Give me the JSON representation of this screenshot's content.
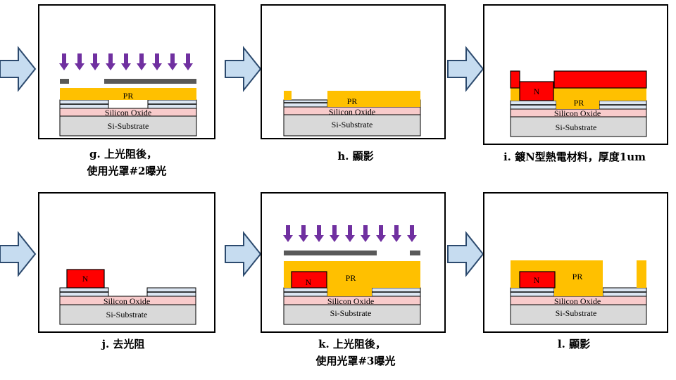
{
  "layer_labels": {
    "photoresist": "PR",
    "n_material": "N",
    "oxide": "Silicon Oxide",
    "substrate": "Si-Substrate"
  },
  "steps": [
    {
      "id": "g",
      "caption_lines": [
        "g. 上光阻後，",
        "使用光罩#2曝光"
      ]
    },
    {
      "id": "h",
      "caption_lines": [
        "h. 顯影"
      ]
    },
    {
      "id": "i",
      "caption_lines": [
        "i. 鍍N型熱電材料，厚度1um"
      ]
    },
    {
      "id": "j",
      "caption_lines": [
        "j. 去光阻"
      ]
    },
    {
      "id": "k",
      "caption_lines": [
        "k. 上光阻後，",
        "使用光罩#3曝光"
      ]
    },
    {
      "id": "l",
      "caption_lines": [
        "l. 顯影"
      ]
    }
  ],
  "colors": {
    "photoresist": "#FFC000",
    "n_material": "#FF0000",
    "oxide": "#F8CBCB",
    "substrate": "#D9D9D9",
    "metal_layer": "#DCE6F2",
    "arrow_fill": "#C6DCF0",
    "arrow_stroke": "#2C4A6E",
    "uv_arrow": "#7030A0",
    "mask": "#595959"
  }
}
